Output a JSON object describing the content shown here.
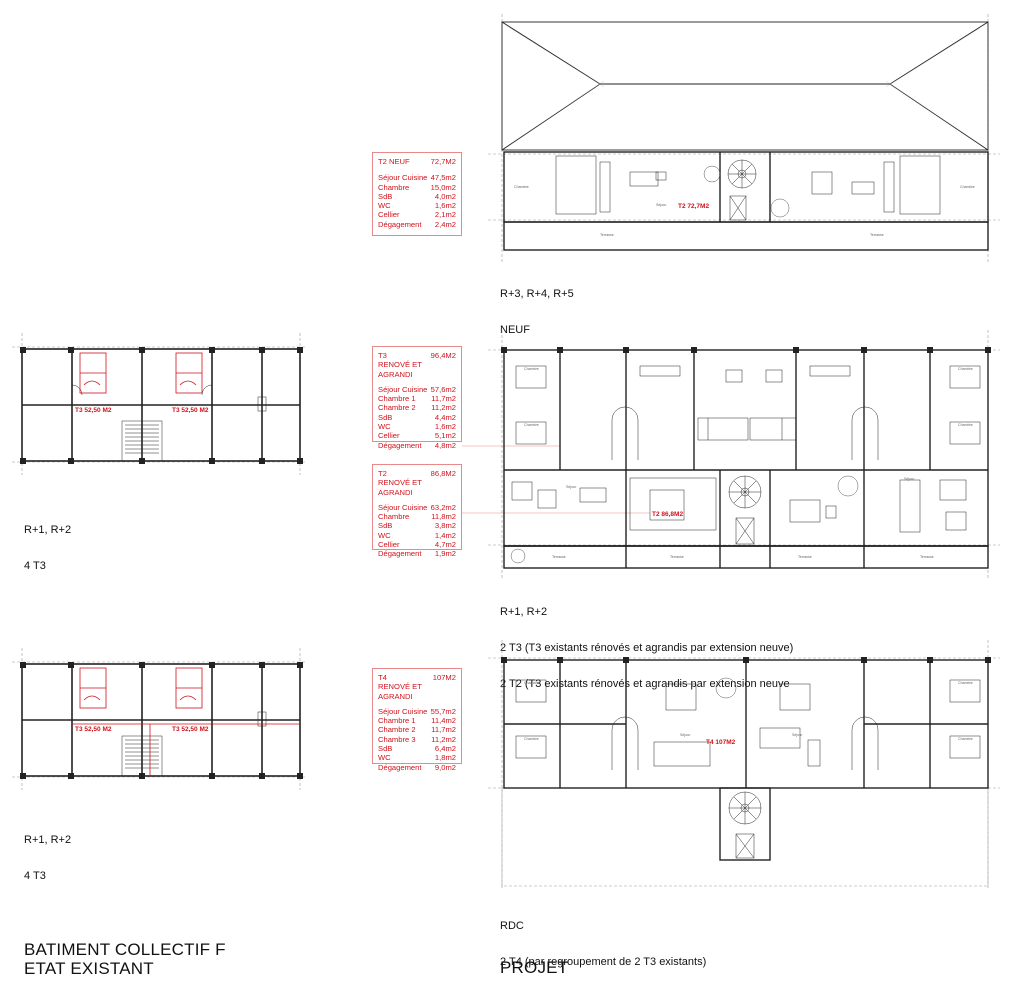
{
  "colors": {
    "accent": "#d0121b",
    "line": "#222222",
    "light": "#9a9a9a",
    "box_border": "#e88a8a"
  },
  "existing": {
    "title_line1": "BATIMENT COLLECTIF F",
    "title_line2": "ETAT EXISTANT",
    "plan1": {
      "unit_left": "T3  52,50 M2",
      "unit_right": "T3  52,50 M2",
      "caption_line1": "R+1, R+2",
      "caption_line2": "4 T3"
    },
    "plan2": {
      "unit_left": "T3  52,50 M2",
      "unit_right": "T3  52,50 M2",
      "caption_line1": "R+1, R+2",
      "caption_line2": "4 T3"
    }
  },
  "project": {
    "title": "PROJET",
    "plan_top": {
      "caption_line1": "R+3, R+4, R+5",
      "caption_line2": "NEUF",
      "unit_label": "T2  72,7M2",
      "labels": [
        "Chambre",
        "Séjour",
        "Terrasse",
        "Terrasse",
        "Chambre"
      ]
    },
    "plan_mid": {
      "caption_line1": "R+1, R+2",
      "caption_line2": "2 T3 (T3 existants rénovés et agrandis par extension neuve)",
      "caption_line3": "2 T2 (T3 existants rénovés et agrandis par extension neuve",
      "unit_label": "T2  86,8M2",
      "labels": [
        "Chambre",
        "Chambre",
        "Séjour",
        "Terrasse",
        "Terrasse",
        "Terrasse",
        "Terrasse",
        "Chambre",
        "Chambre",
        "Séjour"
      ]
    },
    "plan_bot": {
      "caption_line1": "RDC",
      "caption_line2": "2 T4 (par regroupement de 2 T3 existants)",
      "unit_label": "T4  107M2",
      "labels": [
        "Chambre",
        "Chambre",
        "Séjour",
        "Chambre",
        "Chambre",
        "Séjour"
      ]
    }
  },
  "area_tables": [
    {
      "title": "T2 NEUF",
      "title2": "",
      "total": "72,7M2",
      "rows": [
        {
          "label": "Séjour Cuisine",
          "value": "47,5m2"
        },
        {
          "label": "Chambre",
          "value": "15,0m2"
        },
        {
          "label": "SdB",
          "value": "4,0m2"
        },
        {
          "label": "WC",
          "value": "1,6m2"
        },
        {
          "label": "Cellier",
          "value": "2,1m2"
        },
        {
          "label": "Dégagement",
          "value": "2,4m2"
        }
      ]
    },
    {
      "title": "T3",
      "title2": "RENOVÉ ET AGRANDI",
      "total": "96,4M2",
      "rows": [
        {
          "label": "Séjour Cuisine",
          "value": "57,6m2"
        },
        {
          "label": "Chambre 1",
          "value": "11,7m2"
        },
        {
          "label": "Chambre 2",
          "value": "11,2m2"
        },
        {
          "label": "SdB",
          "value": "4,4m2"
        },
        {
          "label": "WC",
          "value": "1,6m2"
        },
        {
          "label": "Cellier",
          "value": "5,1m2"
        },
        {
          "label": "Dégagement",
          "value": "4,8m2"
        }
      ]
    },
    {
      "title": "T2",
      "title2": "RENOVÉ ET AGRANDI",
      "total": "86,8M2",
      "rows": [
        {
          "label": "Séjour Cuisine",
          "value": "63,2m2"
        },
        {
          "label": "Chambre",
          "value": "11,8m2"
        },
        {
          "label": "SdB",
          "value": "3,8m2"
        },
        {
          "label": "WC",
          "value": "1,4m2"
        },
        {
          "label": "Cellier",
          "value": "4,7m2"
        },
        {
          "label": "Dégagement",
          "value": "1,9m2"
        }
      ]
    },
    {
      "title": "T4",
      "title2": "RENOVÉ ET AGRANDI",
      "total": "107M2",
      "rows": [
        {
          "label": "Séjour Cuisine",
          "value": "55,7m2"
        },
        {
          "label": "Chambre 1",
          "value": "11,4m2"
        },
        {
          "label": "Chambre 2",
          "value": "11,7m2"
        },
        {
          "label": "Chambre 3",
          "value": "11,2m2"
        },
        {
          "label": "SdB",
          "value": "6,4m2"
        },
        {
          "label": "WC",
          "value": "1,8m2"
        },
        {
          "label": "Dégagement",
          "value": "9,0m2"
        }
      ]
    }
  ]
}
